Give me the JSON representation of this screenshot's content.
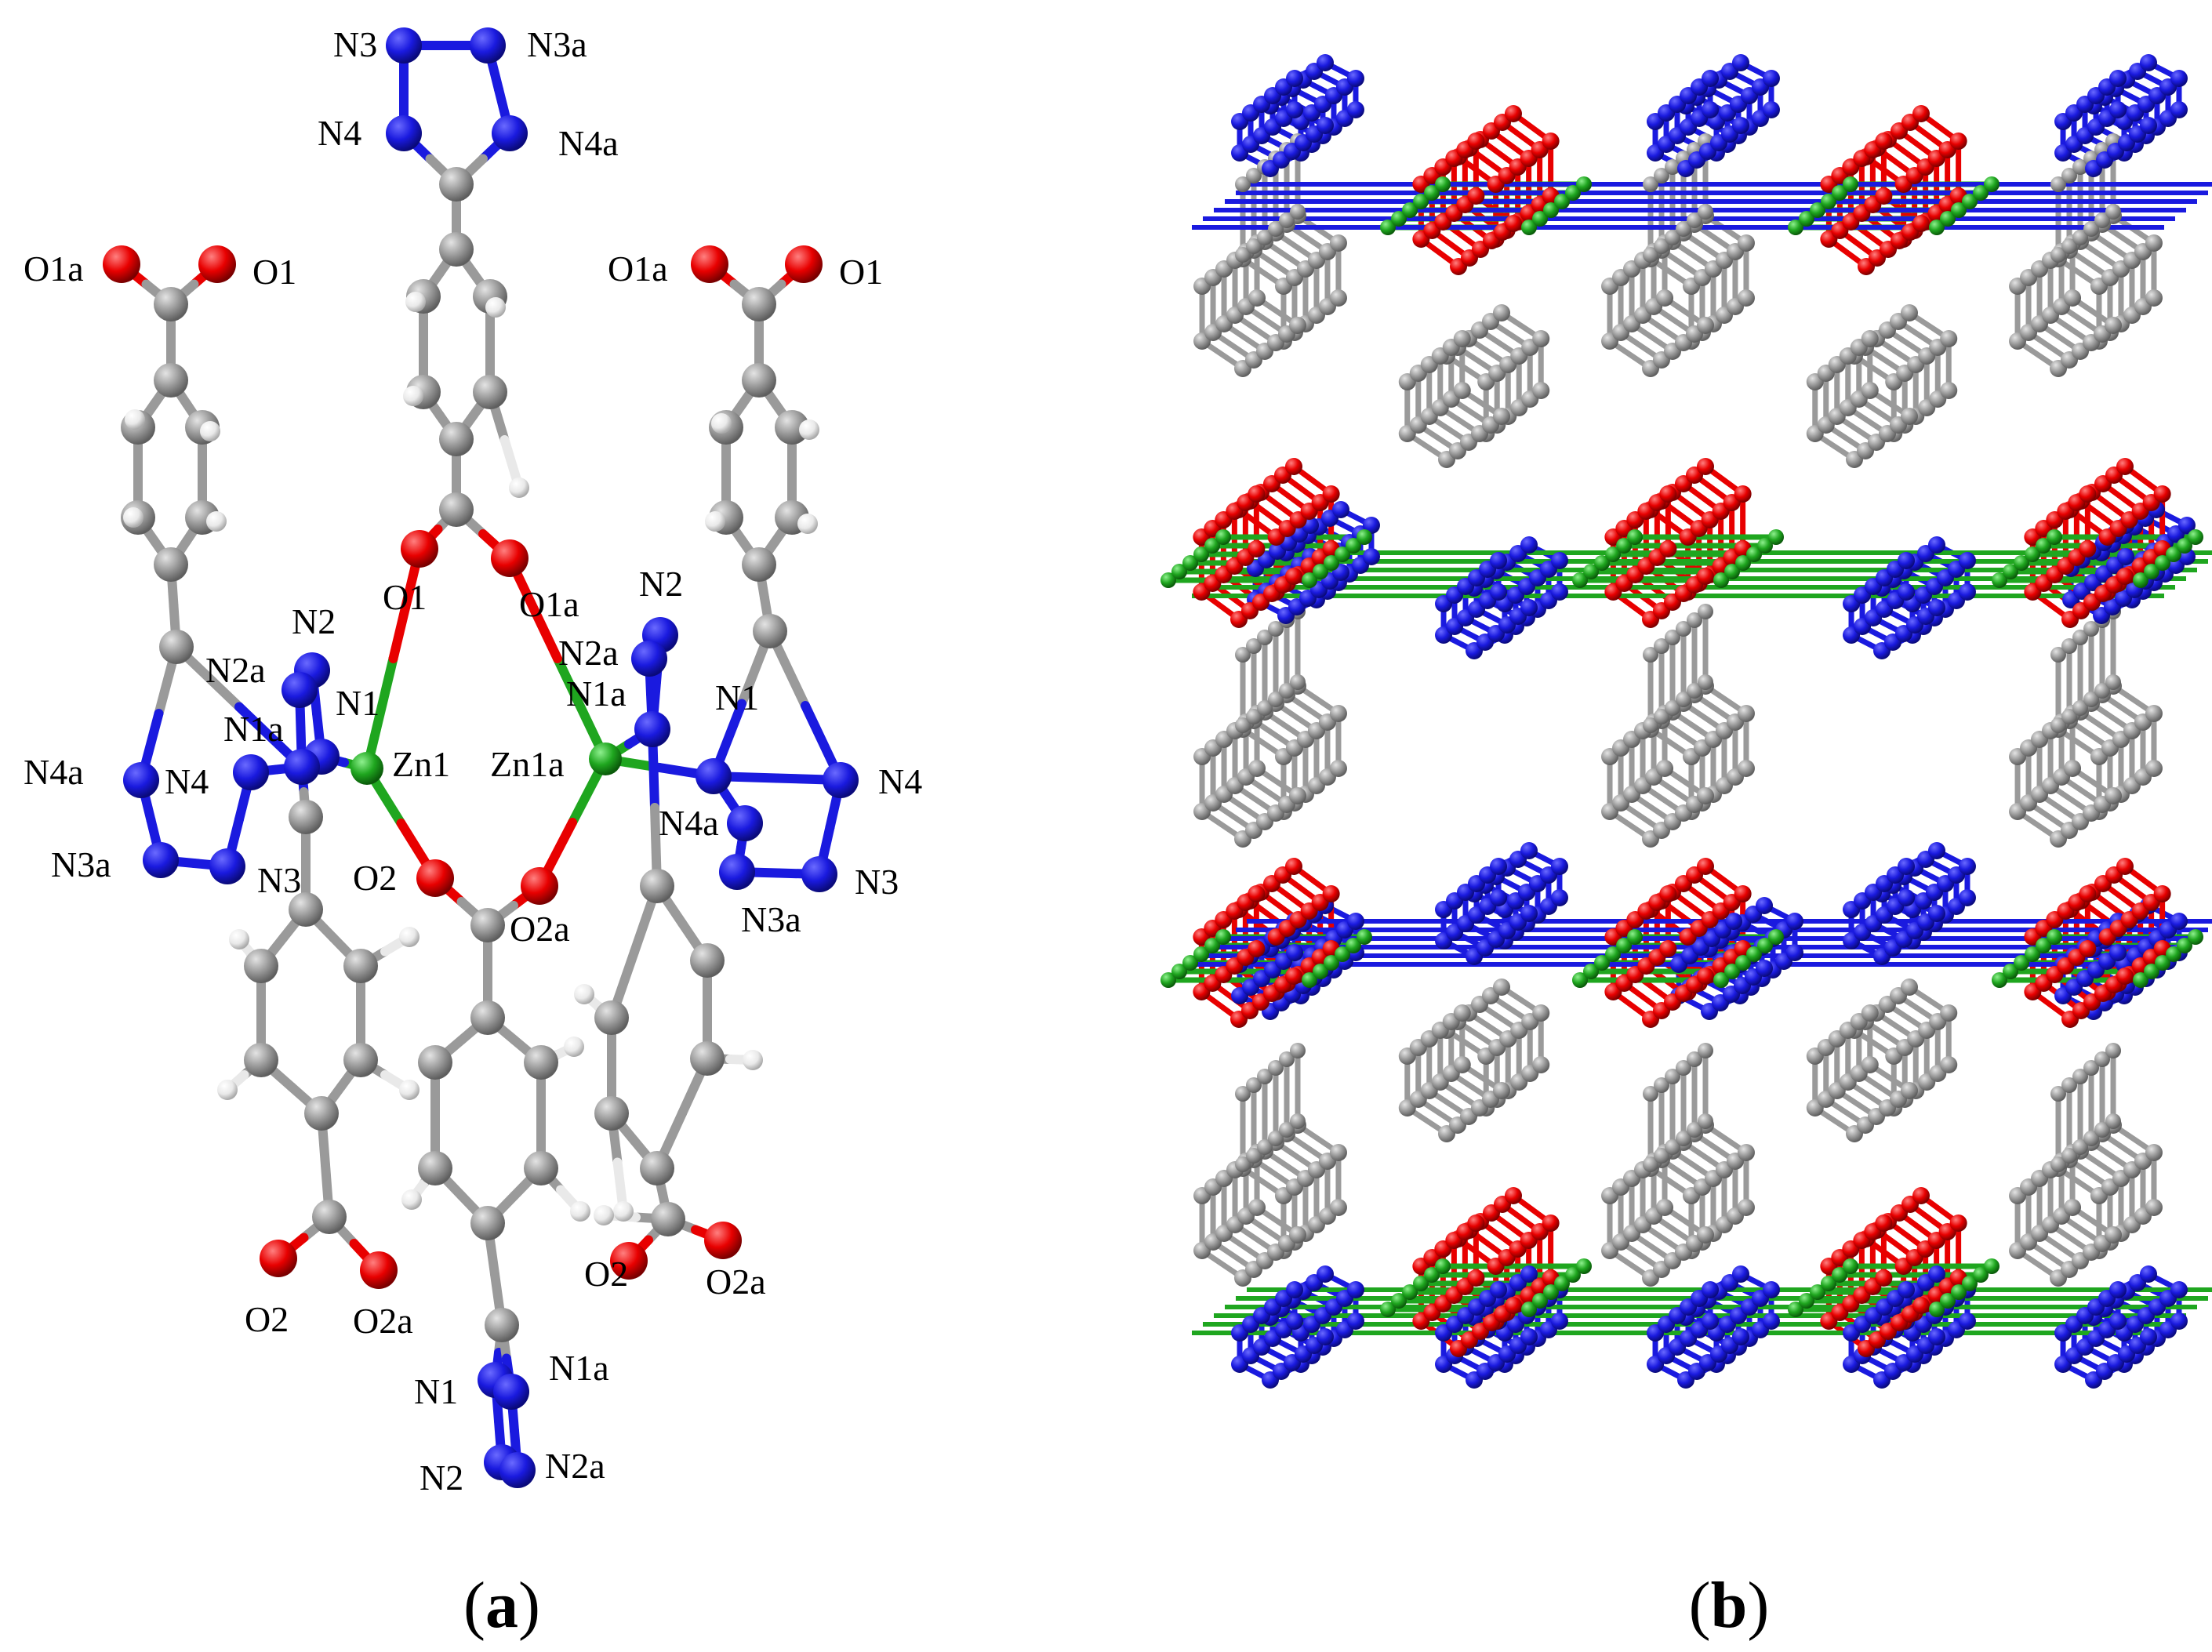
{
  "panels": [
    {
      "id": "a",
      "letter": "a",
      "open": "(",
      "close": ")"
    },
    {
      "id": "b",
      "letter": "b",
      "open": "(",
      "close": ")"
    }
  ],
  "colors": {
    "carbon": "#9a9a9a",
    "nitrogen": "#1a1adf",
    "oxygen": "#e80000",
    "zinc": "#1fa61f",
    "hydrogen": "#e9e9e9",
    "background": "#ffffff"
  },
  "atom_labels": {
    "top_N3": "N3",
    "top_N3a": "N3a",
    "top_N4": "N4",
    "top_N4a": "N4a",
    "left_O1a": "O1a",
    "left_O1": "O1",
    "right_O1a": "O1a",
    "right_O1": "O1",
    "center_O1": "O1",
    "center_O1a": "O1a",
    "left_N2": "N2",
    "left_N2a": "N2a",
    "left_N1": "N1",
    "left_N1a": "N1a",
    "Zn1": "Zn1",
    "Zn1a": "Zn1a",
    "right_N2": "N2",
    "right_N2a": "N2a",
    "right_N1a": "N1a",
    "right_N1": "N1",
    "left_N4a": "N4a",
    "left_N4": "N4",
    "left_N3a": "N3a",
    "left_N3": "N3",
    "center_O2": "O2",
    "center_O2a": "O2a",
    "right_N4": "N4",
    "right_N4a": "N4a",
    "right_N3": "N3",
    "right_N3a": "N3a",
    "bottom_left_O2": "O2",
    "bottom_left_O2a": "O2a",
    "bottom_right_O2": "O2",
    "bottom_right_O2a": "O2a",
    "bottom_N1": "N1",
    "bottom_N1a": "N1a",
    "bottom_N2": "N2",
    "bottom_N2a": "N2a"
  }
}
